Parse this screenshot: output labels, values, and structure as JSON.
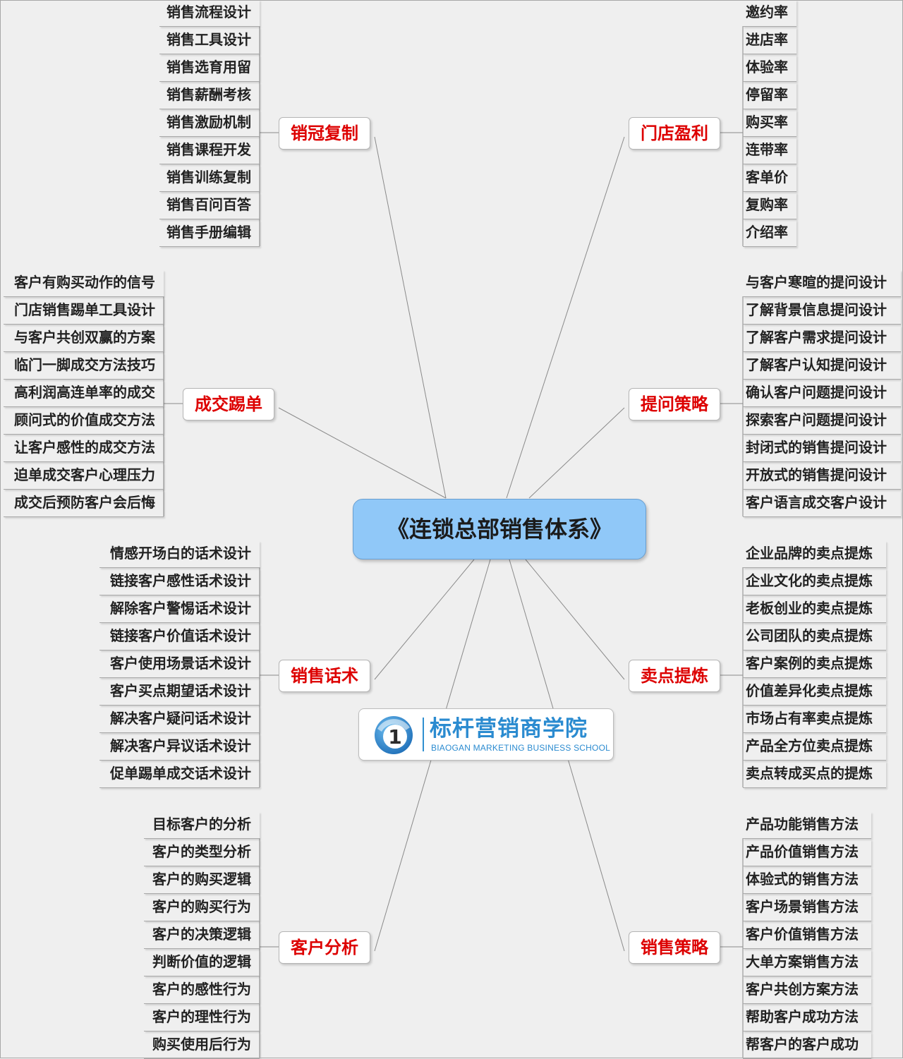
{
  "central_topic": "《连锁总部销售体系》",
  "logo": {
    "title_cn": "标杆营销商学院",
    "subtitle_en": "BIAOGAN MARKETING BUSINESS SCHOOL",
    "emblem_glyph": "1"
  },
  "branches": [
    {
      "key": "xgfz",
      "label": "销冠复制",
      "side": "left",
      "items": [
        "销售流程设计",
        "销售工具设计",
        "销售选育用留",
        "销售薪酬考核",
        "销售激励机制",
        "销售课程开发",
        "销售训练复制",
        "销售百问百答",
        "销售手册编辑"
      ]
    },
    {
      "key": "mdyl",
      "label": "门店盈利",
      "side": "right",
      "items": [
        "邀约率",
        "进店率",
        "体验率",
        "停留率",
        "购买率",
        "连带率",
        "客单价",
        "复购率",
        "介绍率"
      ]
    },
    {
      "key": "cjtd",
      "label": "成交踢单",
      "side": "left",
      "items": [
        "客户有购买动作的信号",
        "门店销售踢单工具设计",
        "与客户共创双赢的方案",
        "临门一脚成交方法技巧",
        "高利润高连单率的成交",
        "顾问式的价值成交方法",
        "让客户感性的成交方法",
        "迫单成交客户心理压力",
        "成交后预防客户会后悔"
      ]
    },
    {
      "key": "twcl",
      "label": "提问策略",
      "side": "right",
      "items": [
        "与客户寒暄的提问设计",
        "了解背景信息提问设计",
        "了解客户需求提问设计",
        "了解客户认知提问设计",
        "确认客户问题提问设计",
        "探索客户问题提问设计",
        "封闭式的销售提问设计",
        "开放式的销售提问设计",
        "客户语言成交客户设计"
      ]
    },
    {
      "key": "xshs",
      "label": "销售话术",
      "side": "left",
      "items": [
        "情感开场白的话术设计",
        "链接客户感性话术设计",
        "解除客户警惕话术设计",
        "链接客户价值话术设计",
        "客户使用场景话术设计",
        "客户买点期望话术设计",
        "解决客户疑问话术设计",
        "解决客户异议话术设计",
        "促单踢单成交话术设计"
      ]
    },
    {
      "key": "mdtl",
      "label": "卖点提炼",
      "side": "right",
      "items": [
        "企业品牌的卖点提炼",
        "企业文化的卖点提炼",
        "老板创业的卖点提炼",
        "公司团队的卖点提炼",
        "客户案例的卖点提炼",
        "价值差异化卖点提炼",
        "市场占有率卖点提炼",
        "产品全方位卖点提炼",
        "卖点转成买点的提炼"
      ]
    },
    {
      "key": "khfx",
      "label": "客户分析",
      "side": "left",
      "items": [
        "目标客户的分析",
        "客户的类型分析",
        "客户的购买逻辑",
        "客户的购买行为",
        "客户的决策逻辑",
        "判断价值的逻辑",
        "客户的感性行为",
        "客户的理性行为",
        "购买使用后行为"
      ]
    },
    {
      "key": "xscl",
      "label": "销售策略",
      "side": "right",
      "items": [
        "产品功能销售方法",
        "产品价值销售方法",
        "体验式的销售方法",
        "客户场景销售方法",
        "客户价值销售方法",
        "大单方案销售方法",
        "客户共创方案方法",
        "帮助客户成功方法",
        "帮客户的客户成功"
      ]
    }
  ],
  "colors": {
    "background": "#efefef",
    "central_fill": "#90c8f8",
    "branch_text": "#dd0000",
    "leaf_text": "#222222",
    "connector": "#8a8a8a",
    "logo_blue": "#2b8bd0"
  }
}
